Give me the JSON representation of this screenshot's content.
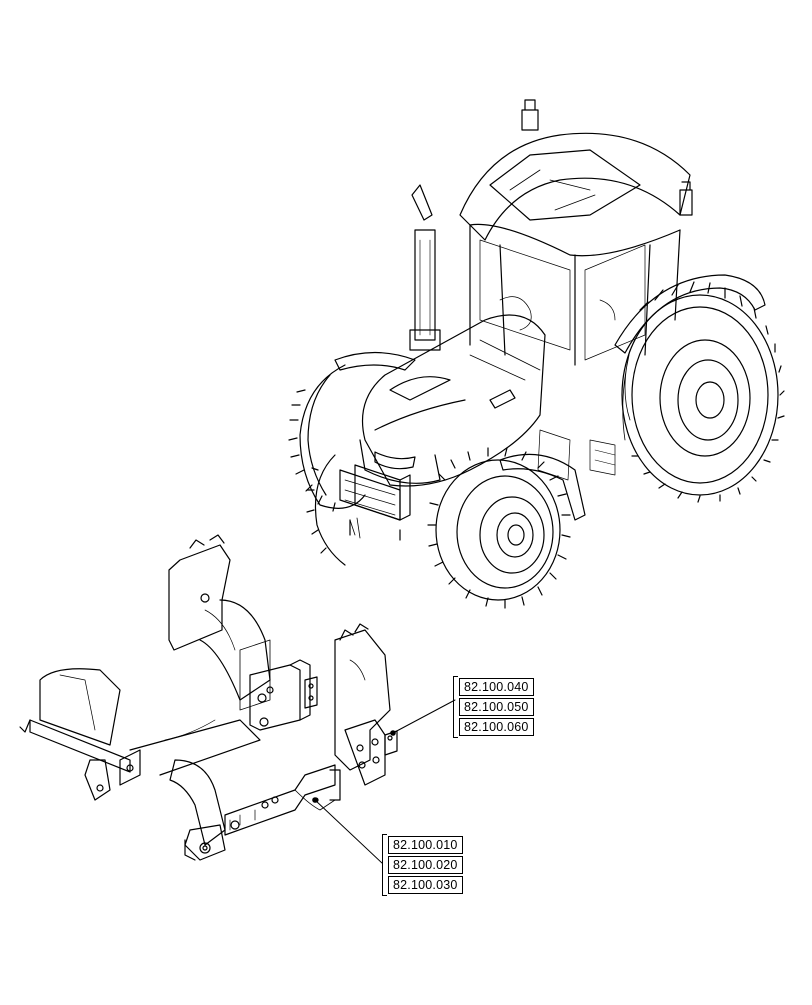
{
  "callouts": {
    "upper": {
      "refs": [
        "82.100.040",
        "82.100.050",
        "82.100.060"
      ],
      "points_to": "front-hitch-right-bracket"
    },
    "lower": {
      "refs": [
        "82.100.010",
        "82.100.020",
        "82.100.030"
      ],
      "points_to": "front-hitch-lower-frame"
    }
  },
  "colors": {
    "line": "#000000",
    "background": "#ffffff"
  }
}
